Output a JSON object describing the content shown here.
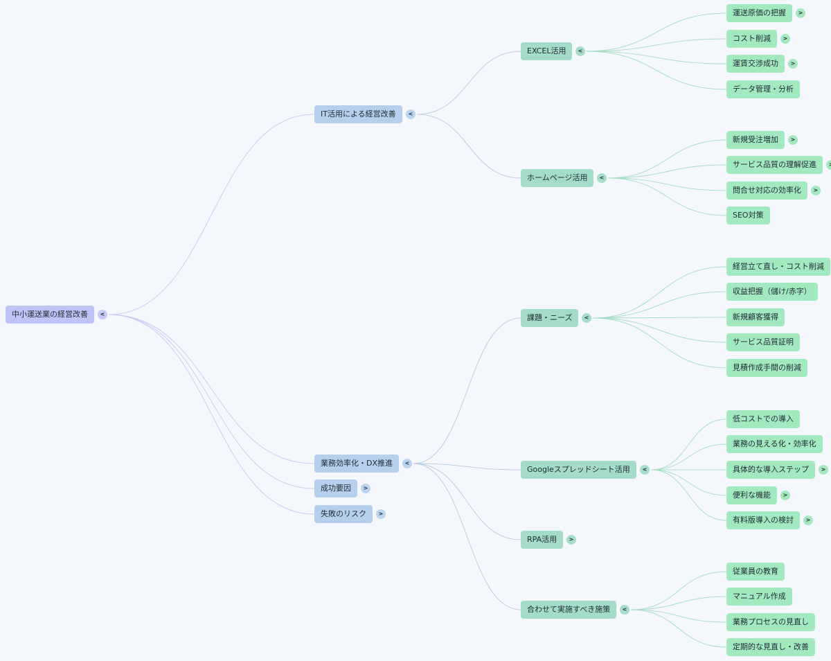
{
  "colors": {
    "background": "#f4f8fc",
    "root_fill": "#bfc4f7",
    "level1_fill": "#b6cfec",
    "level2_fill": "#a5dcc9",
    "level3_fill": "#a3e9c0",
    "root_link": "#c9ccf2",
    "level1_link": "#b9cde2",
    "level2_link": "#a8dcc6"
  },
  "mindmap": {
    "root": {
      "id": "root",
      "label": "中小運送業の経営改善",
      "toggle": "<",
      "children": [
        {
          "id": "it",
          "label": "IT活用による経営改善",
          "toggle": "<",
          "children": [
            {
              "id": "excel",
              "label": "EXCEL活用",
              "toggle": "<",
              "children": [
                {
                  "id": "ex1",
                  "label": "運送原価の把握",
                  "toggle": ">"
                },
                {
                  "id": "ex2",
                  "label": "コスト削減",
                  "toggle": ">"
                },
                {
                  "id": "ex3",
                  "label": "運賃交渉成功",
                  "toggle": ">"
                },
                {
                  "id": "ex4",
                  "label": "データ管理・分析"
                }
              ]
            },
            {
              "id": "hp",
              "label": "ホームページ活用",
              "toggle": "<",
              "children": [
                {
                  "id": "hp1",
                  "label": "新規受注増加",
                  "toggle": ">"
                },
                {
                  "id": "hp2",
                  "label": "サービス品質の理解促進",
                  "toggle": ">"
                },
                {
                  "id": "hp3",
                  "label": "問合せ対応の効率化",
                  "toggle": ">"
                },
                {
                  "id": "hp4",
                  "label": "SEO対策"
                }
              ]
            }
          ]
        },
        {
          "id": "dx",
          "label": "業務効率化・DX推進",
          "toggle": "<",
          "children": [
            {
              "id": "kadai",
              "label": "課題・ニーズ",
              "toggle": "<",
              "children": [
                {
                  "id": "k1",
                  "label": "経営立て直し・コスト削減"
                },
                {
                  "id": "k2",
                  "label": "収益把握（儲け/赤字）"
                },
                {
                  "id": "k3",
                  "label": "新規顧客獲得"
                },
                {
                  "id": "k4",
                  "label": "サービス品質証明"
                },
                {
                  "id": "k5",
                  "label": "見積作成手間の削減"
                }
              ]
            },
            {
              "id": "gss",
              "label": "Googleスプレッドシート活用",
              "toggle": "<",
              "children": [
                {
                  "id": "g1",
                  "label": "低コストでの導入"
                },
                {
                  "id": "g2",
                  "label": "業務の見える化・効率化"
                },
                {
                  "id": "g3",
                  "label": "具体的な導入ステップ",
                  "toggle": ">"
                },
                {
                  "id": "g4",
                  "label": "便利な機能",
                  "toggle": ">"
                },
                {
                  "id": "g5",
                  "label": "有料版導入の検討",
                  "toggle": ">"
                }
              ]
            },
            {
              "id": "rpa",
              "label": "RPA活用",
              "toggle": ">"
            },
            {
              "id": "awase",
              "label": "合わせて実施すべき施策",
              "toggle": "<",
              "children": [
                {
                  "id": "a1",
                  "label": "従業員の教育"
                },
                {
                  "id": "a2",
                  "label": "マニュアル作成"
                },
                {
                  "id": "a3",
                  "label": "業務プロセスの見直し"
                },
                {
                  "id": "a4",
                  "label": "定期的な見直し・改善"
                }
              ]
            }
          ]
        },
        {
          "id": "seiko",
          "label": "成功要因",
          "toggle": ">"
        },
        {
          "id": "shippai",
          "label": "失敗のリスク",
          "toggle": ">"
        }
      ]
    }
  }
}
